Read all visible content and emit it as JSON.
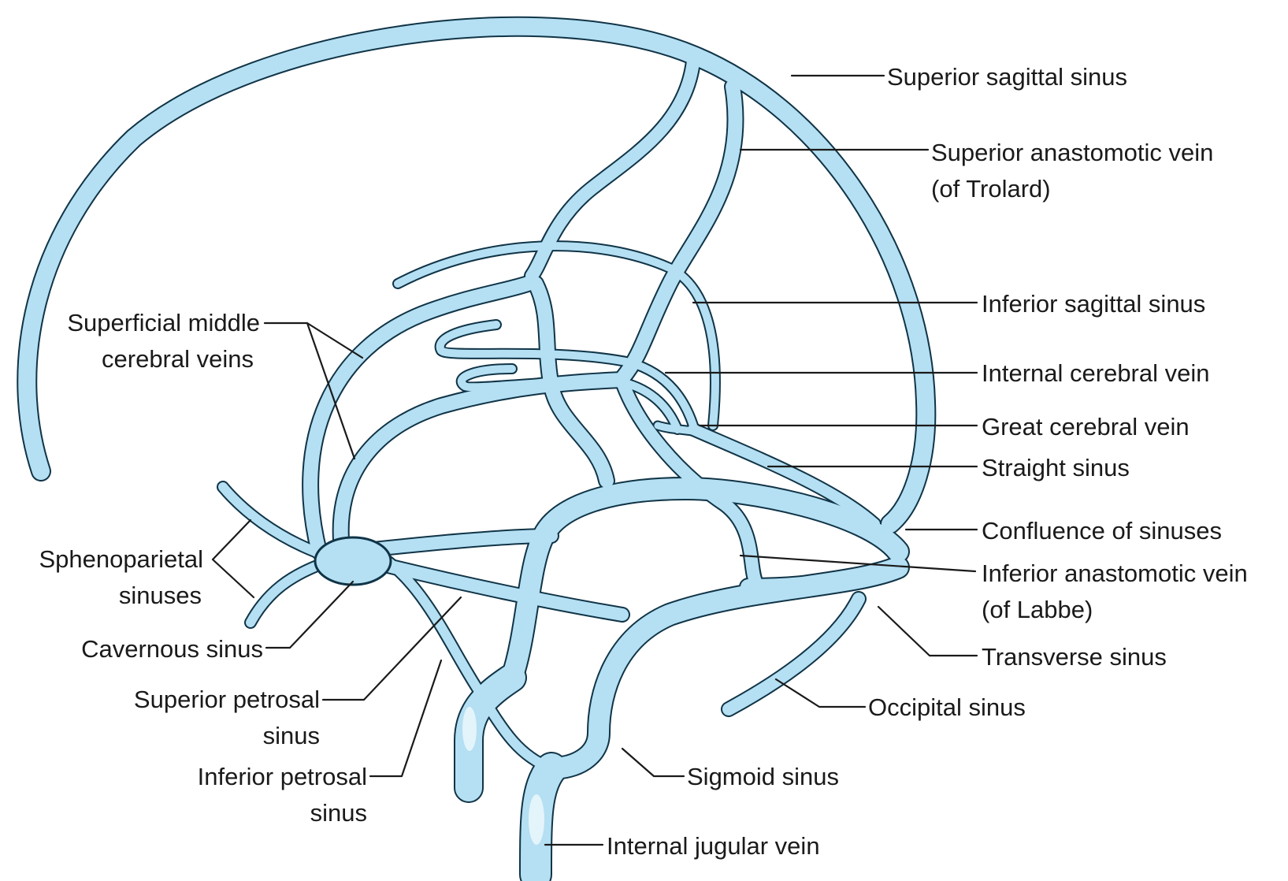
{
  "colors": {
    "vein_fill": "#b5dff2",
    "vein_outline": "#103447",
    "highlight": "#e3f4fb",
    "label_text": "#1a1a1a"
  },
  "labels": {
    "superior_sagittal_sinus": "Superior sagittal sinus",
    "superior_anastomotic_vein_1": "Superior anastomotic vein",
    "superior_anastomotic_vein_2": "(of Trolard)",
    "inferior_sagittal_sinus": "Inferior sagittal sinus",
    "internal_cerebral_vein": "Internal cerebral vein",
    "great_cerebral_vein": "Great cerebral vein",
    "straight_sinus": "Straight sinus",
    "confluence_of_sinuses": "Confluence of sinuses",
    "inferior_anastomotic_vein_1": "Inferior anastomotic vein",
    "inferior_anastomotic_vein_2": "(of Labbe)",
    "transverse_sinus": "Transverse sinus",
    "occipital_sinus": "Occipital sinus",
    "sigmoid_sinus": "Sigmoid sinus",
    "internal_jugular_vein": "Internal jugular vein",
    "superficial_middle_cerebral_veins_1": "Superficial middle",
    "superficial_middle_cerebral_veins_2": "cerebral veins",
    "sphenoparietal_sinuses_1": "Sphenoparietal",
    "sphenoparietal_sinuses_2": "sinuses",
    "cavernous_sinus": "Cavernous sinus",
    "superior_petrosal_sinus_1": "Superior petrosal",
    "superior_petrosal_sinus_2": "sinus",
    "inferior_petrosal_sinus_1": "Inferior petrosal",
    "inferior_petrosal_sinus_2": "sinus"
  }
}
